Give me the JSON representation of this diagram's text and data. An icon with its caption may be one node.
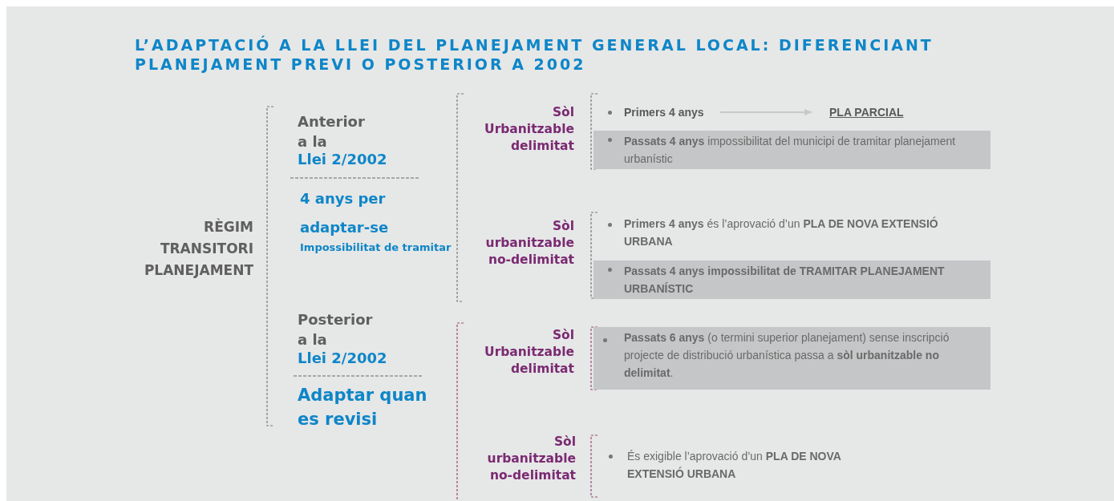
{
  "diagram": {
    "title": "L’ADAPTACIÓ A LA LLEI DEL PLANEJAMENT GENERAL LOCAL: DIFERENCIANT PLANEJAMENT PREVI O POSTERIOR A 2002",
    "nodes": [
      {
        "text": [
          "Primers 4 anys"
        ]
      },
      {
        "text": [
          "PLA PARCIAL"
        ]
      },
      {
        "text": [
          "**Passats 4 anys**  impossibilitat del municipi de tramitar planejament urbanístic"
        ]
      },
      {
        "text": [
          "**Passats 4 anys   impossibilitat de TRAMITAR PLANEJAMENT URBANÍSTIC**"
        ]
      },
      {
        "text": [
          "**Passats 6 anys** (o termini superior planejament) sense inscripció projecte de distribució urbanística passa a **sòl urbanitzable no delimitat**."
        ]
      }
    ],
    "edges": [
      {
        "from": 0,
        "to": 1,
        "arrow": "to",
        "color": "#c8c8c8"
      }
    ],
    "labels": [
      "RÈGIM TRANSITORI PLANEJAMENT",
      "Anterior a la",
      "Llei 2/2002",
      "4 anys per adaptar-se",
      "Impossibilitat de tramitar",
      "Sòl Urbanitzable delimitat",
      "Sòl urbanitzable no-delimitat",
      "**Primers 4 anys**  és l’aprovació d’un **PLA DE NOVA EXTENSIÓ URBANA**",
      "Posterior a la",
      "Llei 2/2002",
      "Adaptar quan es revisi",
      "Sòl Urbanitzable delimitat",
      "Sòl urbanitzable no-delimitat",
      "És exigible l’aprovació d’un **PLA DE NOVA EXTENSIÓ URBANA**"
    ]
  }
}
